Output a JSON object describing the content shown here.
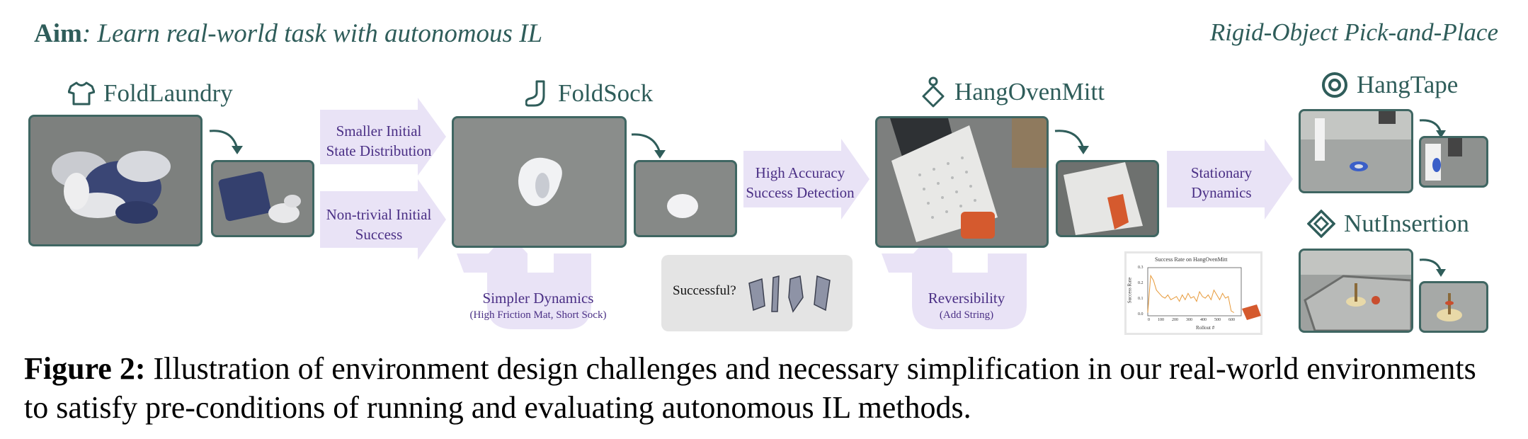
{
  "header": {
    "aim_label": "Aim",
    "aim_text": ": Learn real-world task with autonomous IL",
    "category": "Rigid-Object Pick-and-Place"
  },
  "tasks": [
    {
      "name": "FoldLaundry",
      "icon": "shirt-icon"
    },
    {
      "name": "FoldSock",
      "icon": "sock-icon"
    },
    {
      "name": "HangOvenMitt",
      "icon": "oven-mitt-icon"
    },
    {
      "name": "HangTape",
      "icon": "tape-icon"
    },
    {
      "name": "NutInsertion",
      "icon": "nut-icon"
    }
  ],
  "arrows": {
    "smaller_initial": "Smaller Initial State Distribution",
    "nontrivial_initial": "Non-trivial Initial Success",
    "high_accuracy": "High Accuracy Success Detection",
    "stationary": "Stationary Dynamics",
    "simpler_dynamics": "Simpler Dynamics",
    "simpler_dynamics_note": "(High Friction Mat, Short Sock)",
    "reversibility": "Reversibility",
    "reversibility_note": "(Add String)"
  },
  "success_box": {
    "label": "Successful?"
  },
  "mini_chart": {
    "title": "Success Rate on HangOvenMitt",
    "xlabel": "Rollout #",
    "ylabel": "Success Rate",
    "x_ticks": [
      "0",
      "100",
      "200",
      "300",
      "400",
      "500",
      "600"
    ],
    "y_ticks": [
      "0.0",
      "0.1",
      "0.2",
      "0.3"
    ]
  },
  "chart_data": {
    "type": "line",
    "title": "Success Rate on HangOvenMitt",
    "xlabel": "Rollout #",
    "ylabel": "Success Rate",
    "xlim": [
      0,
      650
    ],
    "ylim": [
      0,
      0.3
    ],
    "x": [
      0,
      20,
      40,
      60,
      80,
      100,
      120,
      140,
      160,
      180,
      200,
      220,
      240,
      260,
      280,
      300,
      320,
      340,
      360,
      380,
      400,
      420,
      440,
      460,
      480,
      500,
      520,
      540,
      560,
      580,
      600
    ],
    "y": [
      0.02,
      0.25,
      0.22,
      0.16,
      0.14,
      0.12,
      0.11,
      0.13,
      0.1,
      0.11,
      0.12,
      0.09,
      0.13,
      0.1,
      0.14,
      0.11,
      0.12,
      0.09,
      0.15,
      0.12,
      0.11,
      0.13,
      0.1,
      0.16,
      0.13,
      0.1,
      0.14,
      0.11,
      0.12,
      0.03,
      0.02
    ],
    "color": "#e79a3a"
  },
  "caption": {
    "label": "Figure 2:",
    "text": " Illustration of environment design challenges and necessary simplification in our real-world environments to satisfy pre-conditions of running and evaluating autonomous IL methods."
  },
  "colors": {
    "teal": "#2f5d5a",
    "purple_fill": "#e9e3f6",
    "purple_text": "#4a2f85",
    "photo_border": "#3f6662"
  }
}
